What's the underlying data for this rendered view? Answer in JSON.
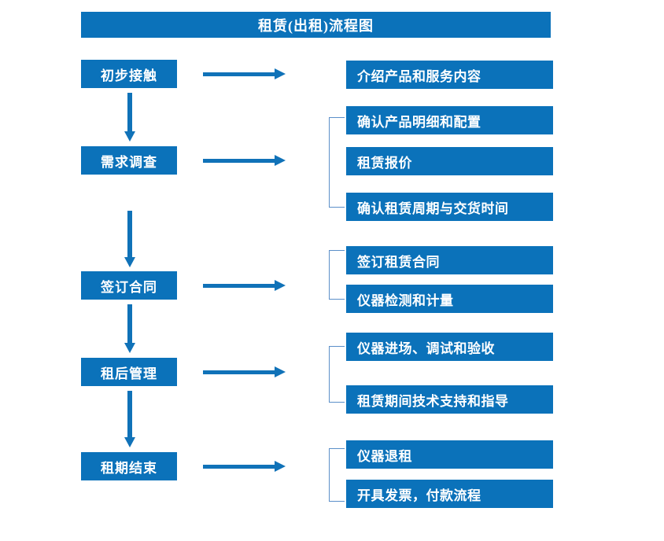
{
  "diagram": {
    "title": "租赁(出租)流程图",
    "accent_color": "#0b72ba",
    "arrow_color": "#1072b8",
    "bracket_color": "#5b8fc9",
    "text_color": "#ffffff",
    "background_color": "#ffffff"
  },
  "stages": [
    {
      "id": "stage-1",
      "label": "初步接触"
    },
    {
      "id": "stage-2",
      "label": "需求调查"
    },
    {
      "id": "stage-3",
      "label": "签订合同"
    },
    {
      "id": "stage-4",
      "label": "租后管理"
    },
    {
      "id": "stage-5",
      "label": "租期结束"
    }
  ],
  "details": [
    {
      "id": "detail-1-1",
      "label": "介绍产品和服务内容"
    },
    {
      "id": "detail-2-1",
      "label": "确认产品明细和配置"
    },
    {
      "id": "detail-2-2",
      "label": "租赁报价"
    },
    {
      "id": "detail-2-3",
      "label": "确认租赁周期与交货时间"
    },
    {
      "id": "detail-3-1",
      "label": "签订租赁合同"
    },
    {
      "id": "detail-3-2",
      "label": "仪器检测和计量"
    },
    {
      "id": "detail-4-1",
      "label": "仪器进场、调试和验收"
    },
    {
      "id": "detail-4-2",
      "label": "租赁期间技术支持和指导"
    },
    {
      "id": "detail-5-1",
      "label": "仪器退租"
    },
    {
      "id": "detail-5-2",
      "label": "开具发票，付款流程"
    }
  ],
  "groups": [
    {
      "stage": "初步接触",
      "items": [
        "介绍产品和服务内容"
      ],
      "bracketed": false
    },
    {
      "stage": "需求调查",
      "items": [
        "确认产品明细和配置",
        "租赁报价",
        "确认租赁周期与交货时间"
      ],
      "bracketed": true
    },
    {
      "stage": "签订合同",
      "items": [
        "签订租赁合同",
        "仪器检测和计量"
      ],
      "bracketed": true
    },
    {
      "stage": "租后管理",
      "items": [
        "仪器进场、调试和验收",
        "租赁期间技术支持和指导"
      ],
      "bracketed": true
    },
    {
      "stage": "租期结束",
      "items": [
        "仪器退租",
        "开具发票，付款流程"
      ],
      "bracketed": true
    }
  ],
  "connectors": {
    "horizontal_arrow_count": 5,
    "vertical_arrow_count": 4,
    "bracket_count": 4
  }
}
